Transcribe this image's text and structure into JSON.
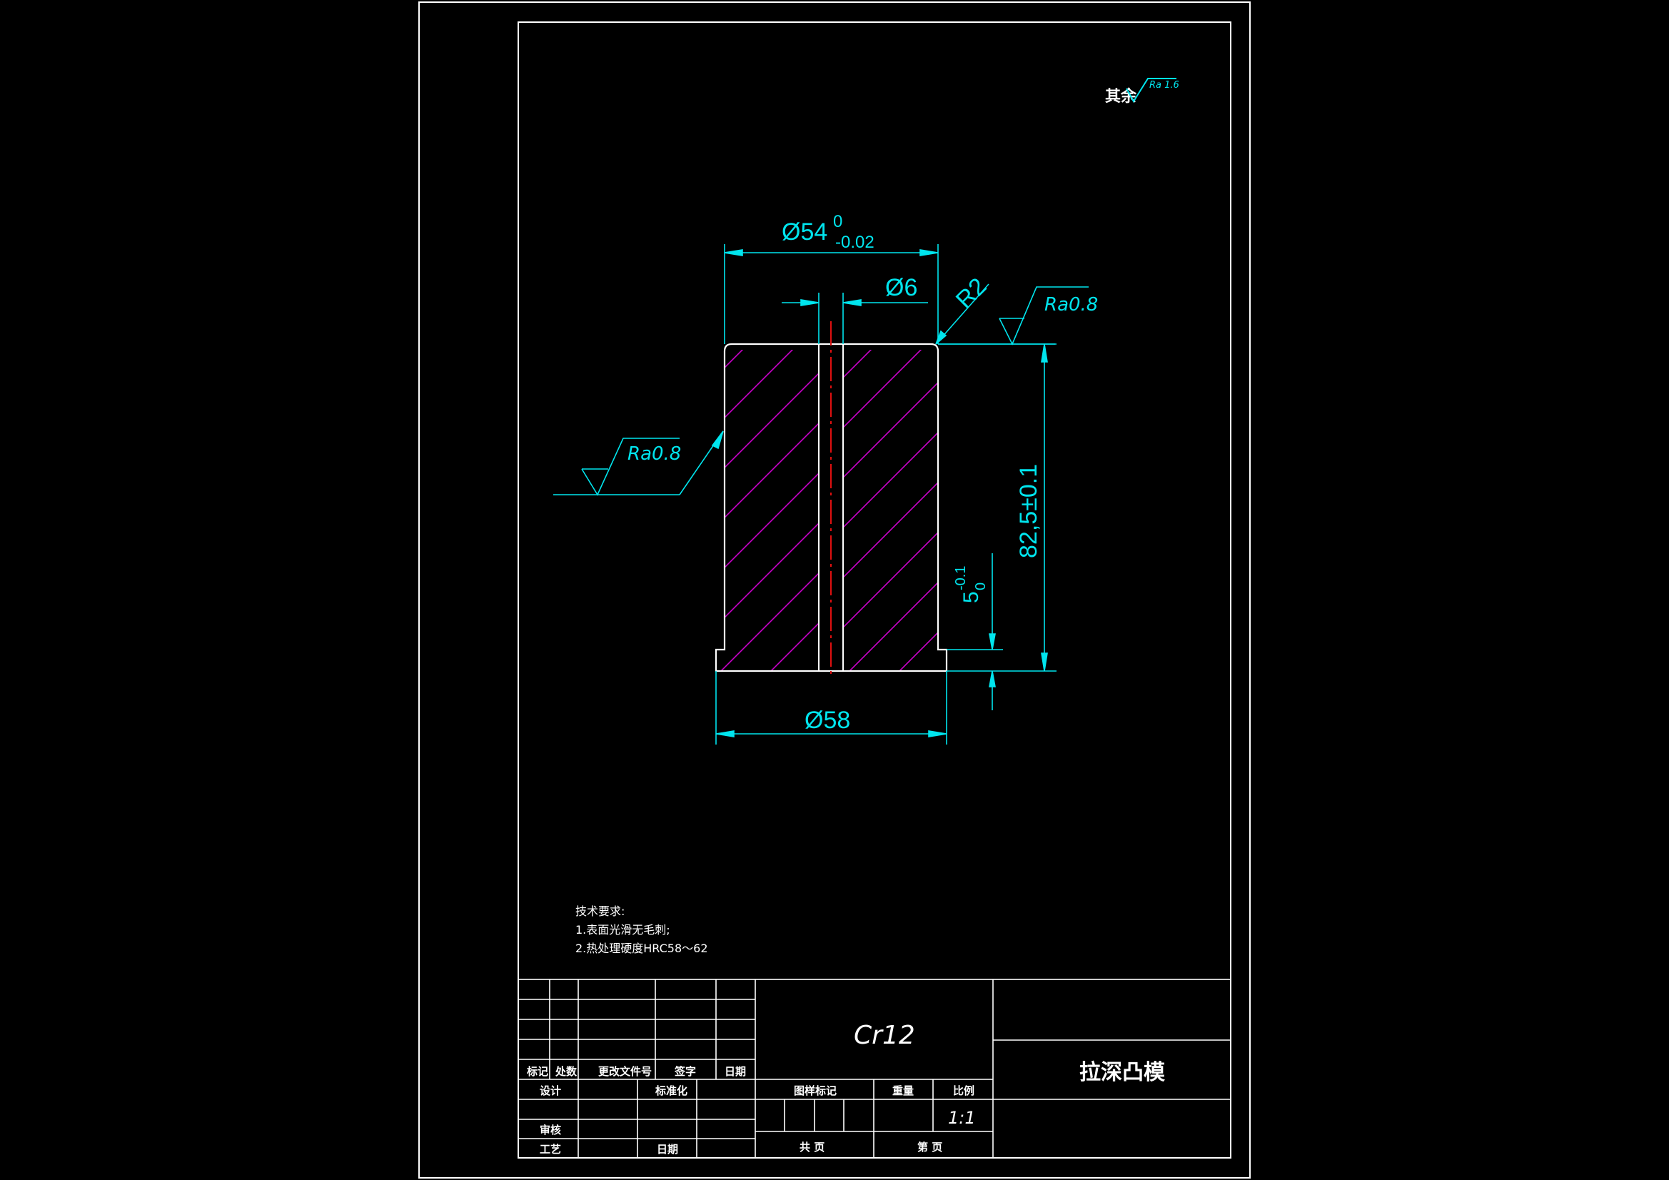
{
  "surface_finish_note": {
    "prefix": "其余",
    "ra": "Ra 1.6"
  },
  "dimensions": {
    "top_diameter": {
      "base": "Ø54",
      "upper": "0",
      "lower": "-0.02"
    },
    "hole_diameter": "Ø6",
    "radius": "R2",
    "height": "82,5±0.1",
    "flange": {
      "base": "5",
      "upper": "-0.1",
      "lower": "0"
    },
    "bottom_diameter": "Ø58"
  },
  "roughness_labels": {
    "top_right": "Ra0.8",
    "left": "Ra0.8"
  },
  "tech_requirements": {
    "title": "技术要求:",
    "items": [
      "1.表面光滑无毛刺;",
      "2.热处理硬度HRC58～62"
    ]
  },
  "title_block": {
    "material": "Cr12",
    "part_name": "拉深凸模",
    "scale": "1:1",
    "headers": {
      "mark": "标记",
      "count": "处数",
      "change_doc": "更改文件号",
      "signature": "签字",
      "date": "日期"
    },
    "design": "设计",
    "standardization": "标准化",
    "review": "审核",
    "process": "工艺",
    "date2": "日期",
    "drawing_mark": "图样标记",
    "weight": "重量",
    "scale_label": "比例",
    "sheets_total": "共  页",
    "sheet_no": "第  页"
  }
}
